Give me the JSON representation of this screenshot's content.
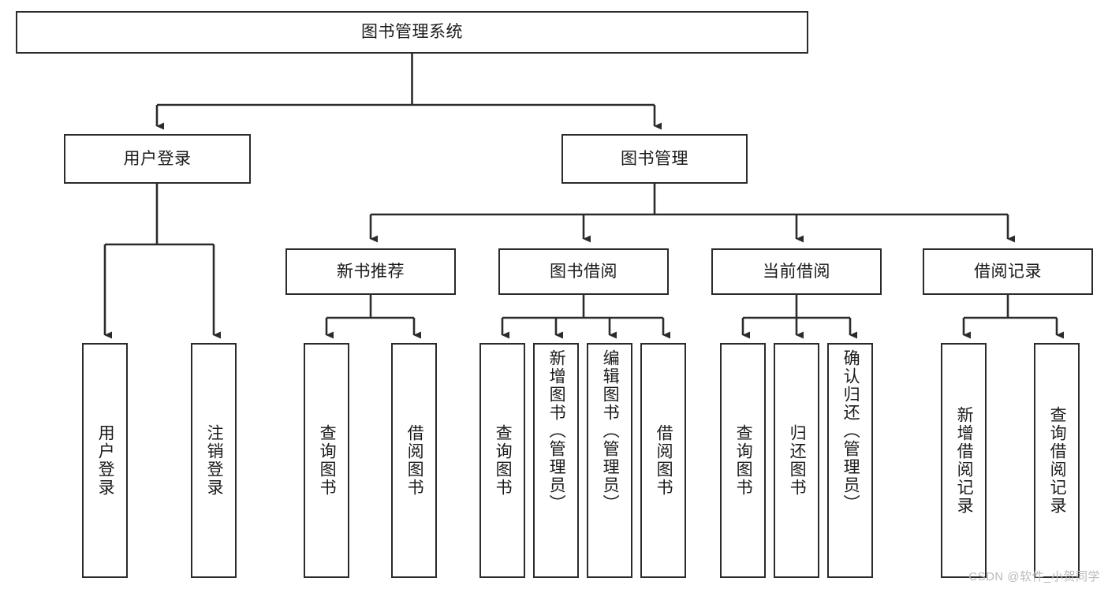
{
  "diagram": {
    "title": "图书管理系统",
    "type": "tree-hierarchy-diagram",
    "colors": {
      "box_border": "#2b2b2b",
      "box_fill": "#ffffff",
      "connector": "#2b2b2b",
      "text": "#1a1a1a",
      "watermark": "#b9b9b9",
      "background": "#ffffff"
    },
    "root": {
      "label": "图书管理系统"
    },
    "level2": [
      {
        "label": "用户登录"
      },
      {
        "label": "图书管理"
      }
    ],
    "level3": [
      {
        "label": "新书推荐"
      },
      {
        "label": "图书借阅"
      },
      {
        "label": "当前借阅"
      },
      {
        "label": "借阅记录"
      }
    ],
    "leaves": {
      "user_login": [
        {
          "label": "用户登录"
        },
        {
          "label": "注销登录"
        }
      ],
      "new_book_recommend": [
        {
          "label": "查询图书"
        },
        {
          "label": "借阅图书"
        }
      ],
      "book_borrow": [
        {
          "label": "查询图书"
        },
        {
          "label": "新增图书（管理员）"
        },
        {
          "label": "编辑图书（管理员）"
        },
        {
          "label": "借阅图书"
        }
      ],
      "current_borrow": [
        {
          "label": "查询图书"
        },
        {
          "label": "归还图书"
        },
        {
          "label": "确认归还（管理员）"
        }
      ],
      "borrow_record": [
        {
          "label": "新增借阅记录"
        },
        {
          "label": "查询借阅记录"
        }
      ]
    },
    "watermark": "CSDN @软件_小贺同学"
  }
}
